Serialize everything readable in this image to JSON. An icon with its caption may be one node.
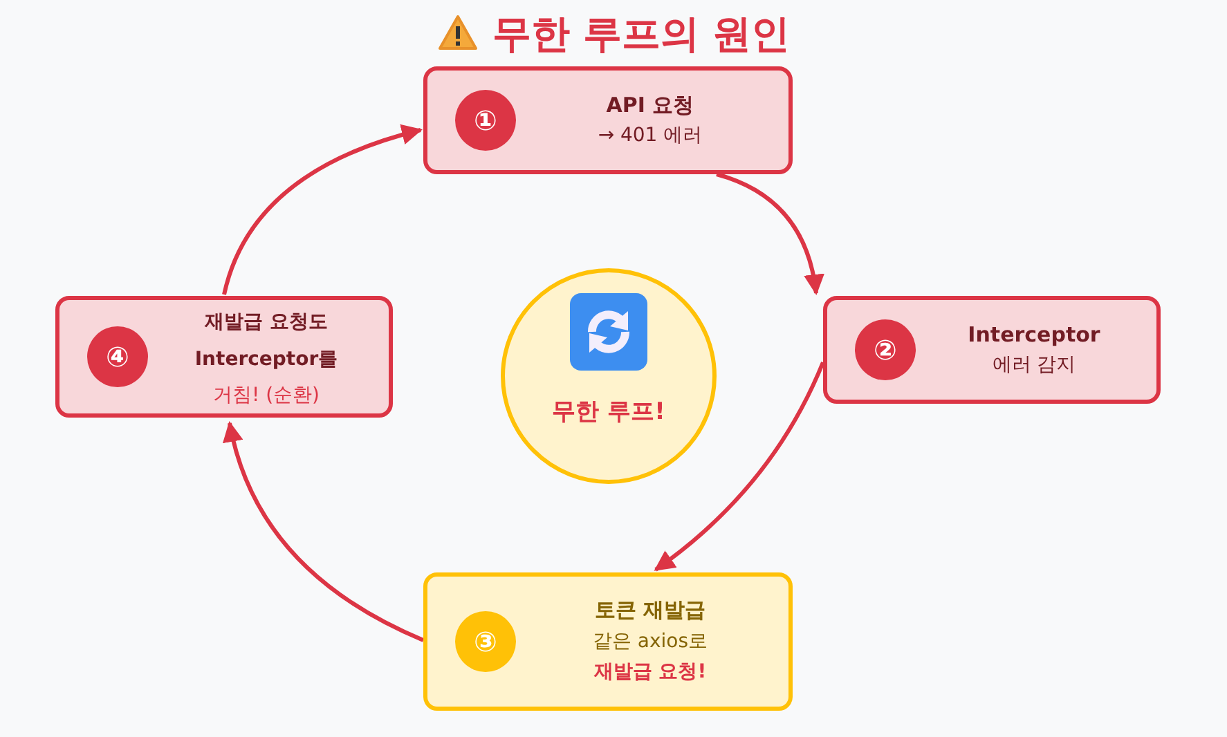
{
  "diagram": {
    "title": "무한 루프의 원인",
    "nodes": [
      {
        "text": [
          "①",
          "API 요청",
          "→ 401 에러"
        ]
      },
      {
        "text": [
          "②",
          "Interceptor",
          "에러 감지"
        ]
      },
      {
        "text": [
          "③",
          "토큰 재발급",
          "같은 axios로",
          "재발급 요청!"
        ]
      },
      {
        "text": [
          "④",
          "재발급 요청도 Interceptor를",
          "거침! (순환)"
        ]
      },
      {
        "text": [
          "무한 루프!"
        ]
      }
    ],
    "edges": [
      {
        "from": 0,
        "to": 1,
        "arrow": "to"
      },
      {
        "from": 1,
        "to": 2,
        "arrow": "to"
      },
      {
        "from": 2,
        "to": 3,
        "arrow": "to"
      },
      {
        "from": 3,
        "to": 0,
        "arrow": "to"
      }
    ]
  }
}
